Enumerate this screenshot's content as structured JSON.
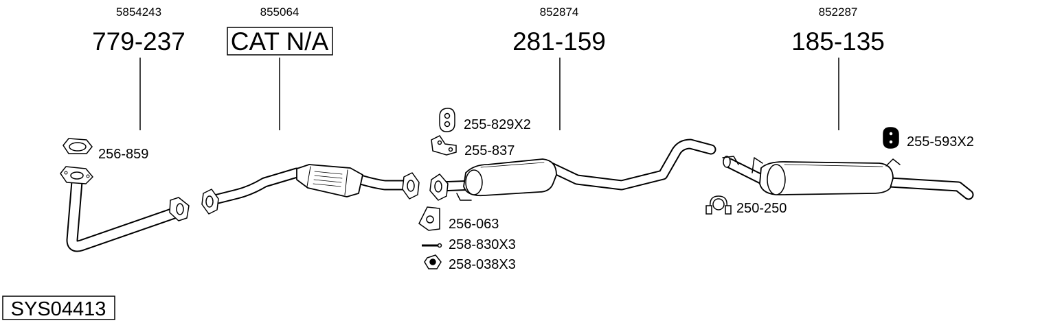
{
  "system": {
    "code": "SYS04413"
  },
  "components": [
    {
      "oe": "5854243",
      "part": "779-237"
    },
    {
      "oe": "855064",
      "part": "CAT N/A"
    },
    {
      "oe": "852874",
      "part": "281-159"
    },
    {
      "oe": "852287",
      "part": "185-135"
    }
  ],
  "fittings": [
    {
      "part": "256-859",
      "icon": "gasket-ring-icon"
    },
    {
      "part": "255-829X2",
      "icon": "rubber-hanger-icon"
    },
    {
      "part": "255-837",
      "icon": "mounting-bracket-icon"
    },
    {
      "part": "256-063",
      "icon": "flange-gasket-icon"
    },
    {
      "part": "258-830X3",
      "icon": "stud-bolt-icon"
    },
    {
      "part": "258-038X3",
      "icon": "hex-nut-icon"
    },
    {
      "part": "255-593X2",
      "icon": "rubber-hanger-icon"
    },
    {
      "part": "250-250",
      "icon": "pipe-clamp-icon"
    }
  ]
}
